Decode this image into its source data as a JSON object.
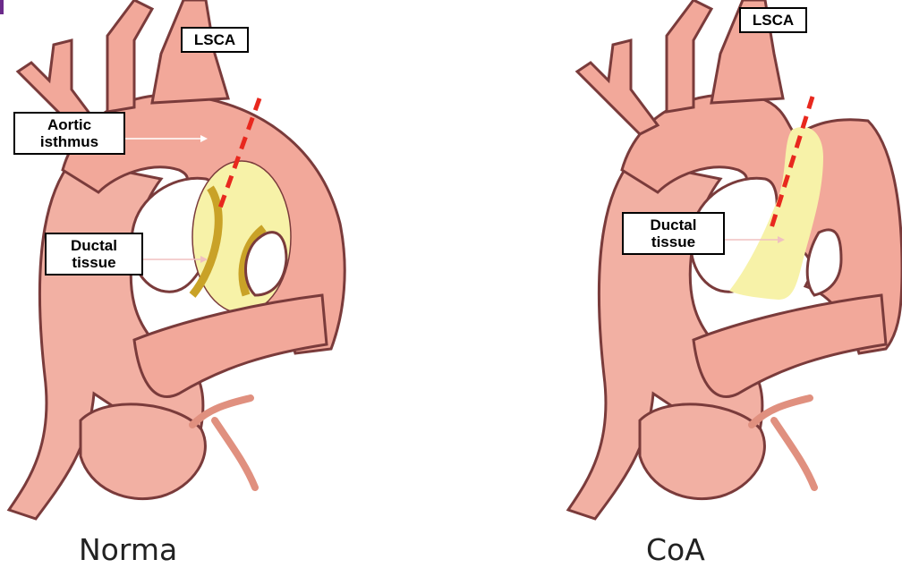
{
  "left": {
    "label_lsca": "LSCA",
    "label_isthmus_1": "Aortic",
    "label_isthmus_2": "isthmus",
    "label_ductal_1": "Ductal",
    "label_ductal_2": "tissue",
    "caption": "Norma"
  },
  "right": {
    "label_lsca": "LSCA",
    "label_ductal_1": "Ductal",
    "label_ductal_2": "tissue",
    "caption": "CoA"
  },
  "colors": {
    "vessel": "#f2a89a",
    "vessel_dark": "#e88f80",
    "outline": "#7a3b3b",
    "ductal": "#f7f2a8",
    "ductal_ring": "#c9a227",
    "cut_line": "#e8281e"
  }
}
